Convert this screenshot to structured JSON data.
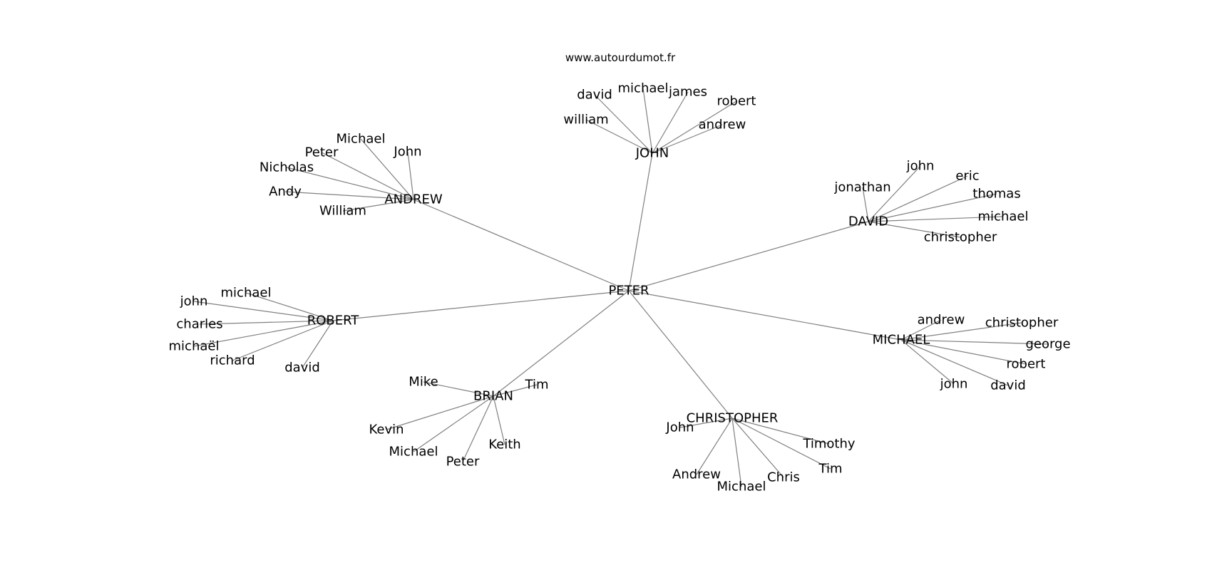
{
  "caption": "www.autourdumot.fr",
  "colors": {
    "edge": "#808080",
    "text": "#000000",
    "background": "#ffffff"
  },
  "graph": {
    "root": "PETER",
    "hubs": [
      {
        "label": "JOHN",
        "children": [
          "david",
          "michael",
          "james",
          "robert",
          "william",
          "andrew"
        ]
      },
      {
        "label": "ANDREW",
        "children": [
          "Michael",
          "John",
          "Peter",
          "Nicholas",
          "Andy",
          "William"
        ]
      },
      {
        "label": "DAVID",
        "children": [
          "john",
          "eric",
          "jonathan",
          "thomas",
          "michael",
          "christopher"
        ]
      },
      {
        "label": "ROBERT",
        "children": [
          "michael",
          "john",
          "charles",
          "michaël",
          "richard",
          "david"
        ]
      },
      {
        "label": "MICHAEL",
        "children": [
          "andrew",
          "christopher",
          "george",
          "robert",
          "john",
          "david"
        ]
      },
      {
        "label": "BRIAN",
        "children": [
          "Mike",
          "Tim",
          "Kevin",
          "Michael",
          "Peter",
          "Keith"
        ]
      },
      {
        "label": "CHRISTOPHER",
        "children": [
          "John",
          "Timothy",
          "Tim",
          "Andrew",
          "Michael",
          "Chris"
        ]
      }
    ]
  }
}
